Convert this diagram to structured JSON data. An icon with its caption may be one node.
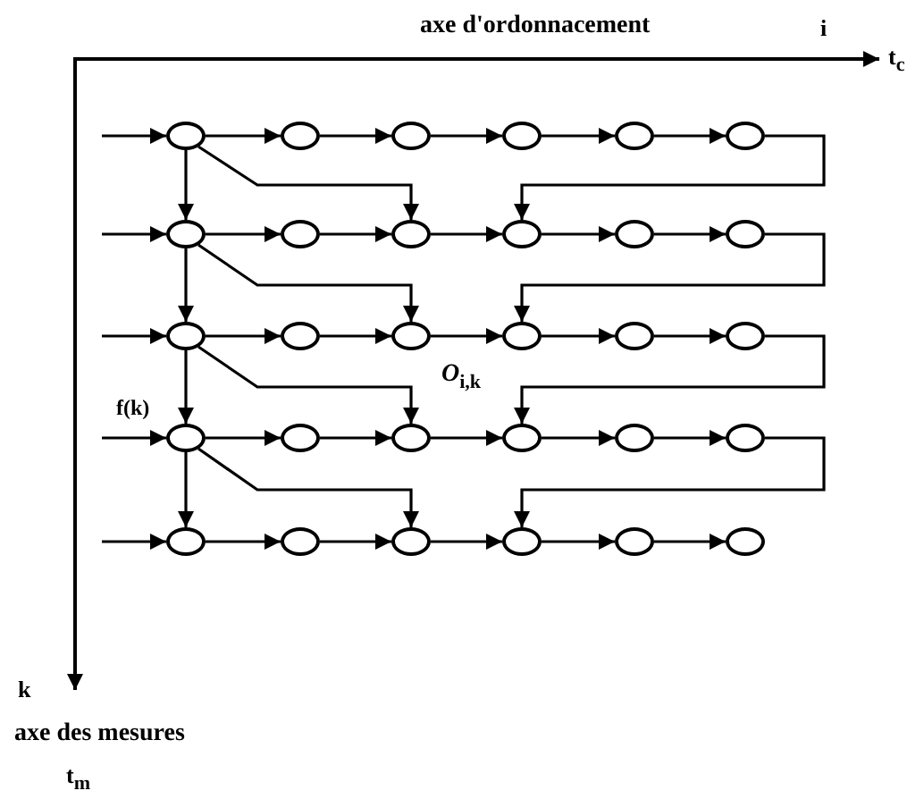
{
  "diagram": {
    "nodes": [
      {
        "text": [],
        "shape": "ellipse"
      },
      {
        "text": [],
        "shape": "ellipse"
      },
      {
        "text": [],
        "shape": "ellipse"
      },
      {
        "text": [],
        "shape": "ellipse"
      },
      {
        "text": [],
        "shape": "ellipse"
      },
      {
        "text": [],
        "shape": "ellipse"
      },
      {
        "text": [],
        "shape": "ellipse"
      },
      {
        "text": [],
        "shape": "ellipse"
      },
      {
        "text": [],
        "shape": "ellipse"
      },
      {
        "text": [],
        "shape": "ellipse"
      },
      {
        "text": [],
        "shape": "ellipse"
      },
      {
        "text": [],
        "shape": "ellipse"
      },
      {
        "text": [],
        "shape": "ellipse"
      },
      {
        "text": [],
        "shape": "ellipse"
      },
      {
        "text": [],
        "shape": "ellipse"
      },
      {
        "text": [],
        "shape": "ellipse"
      },
      {
        "text": [],
        "shape": "ellipse"
      },
      {
        "text": [],
        "shape": "ellipse"
      },
      {
        "text": [],
        "shape": "ellipse"
      },
      {
        "text": [],
        "shape": "ellipse"
      },
      {
        "text": [],
        "shape": "ellipse"
      },
      {
        "text": [],
        "shape": "ellipse"
      },
      {
        "text": [],
        "shape": "ellipse"
      },
      {
        "text": [],
        "shape": "ellipse"
      },
      {
        "text": [],
        "shape": "ellipse"
      },
      {
        "text": [],
        "shape": "ellipse"
      },
      {
        "text": [],
        "shape": "ellipse"
      },
      {
        "text": [],
        "shape": "ellipse"
      },
      {
        "text": [],
        "shape": "ellipse"
      },
      {
        "text": [],
        "shape": "ellipse"
      }
    ],
    "edges": [
      {
        "from": null,
        "to": 0,
        "arrow": "to"
      },
      {
        "from": 0,
        "to": 1,
        "arrow": "to"
      },
      {
        "from": 1,
        "to": 2,
        "arrow": "to"
      },
      {
        "from": 2,
        "to": 3,
        "arrow": "to"
      },
      {
        "from": 3,
        "to": 4,
        "arrow": "to"
      },
      {
        "from": 4,
        "to": 5,
        "arrow": "to"
      },
      {
        "from": 0,
        "to": 6,
        "arrow": "to"
      },
      {
        "from": 0,
        "to": 8,
        "arrow": "to"
      },
      {
        "from": 5,
        "to": 9,
        "arrow": "to"
      },
      {
        "from": null,
        "to": 6,
        "arrow": "to"
      },
      {
        "from": 6,
        "to": 7,
        "arrow": "to"
      },
      {
        "from": 7,
        "to": 8,
        "arrow": "to"
      },
      {
        "from": 8,
        "to": 9,
        "arrow": "to"
      },
      {
        "from": 9,
        "to": 10,
        "arrow": "to"
      },
      {
        "from": 10,
        "to": 11,
        "arrow": "to"
      },
      {
        "from": 6,
        "to": 12,
        "arrow": "to"
      },
      {
        "from": 6,
        "to": 14,
        "arrow": "to"
      },
      {
        "from": 11,
        "to": 15,
        "arrow": "to"
      },
      {
        "from": null,
        "to": 12,
        "arrow": "to"
      },
      {
        "from": 12,
        "to": 13,
        "arrow": "to"
      },
      {
        "from": 13,
        "to": 14,
        "arrow": "to"
      },
      {
        "from": 14,
        "to": 15,
        "arrow": "to"
      },
      {
        "from": 15,
        "to": 16,
        "arrow": "to"
      },
      {
        "from": 16,
        "to": 17,
        "arrow": "to"
      },
      {
        "from": 12,
        "to": 18,
        "arrow": "to"
      },
      {
        "from": 12,
        "to": 20,
        "arrow": "to"
      },
      {
        "from": 17,
        "to": 21,
        "arrow": "to"
      },
      {
        "from": null,
        "to": 18,
        "arrow": "to"
      },
      {
        "from": 18,
        "to": 19,
        "arrow": "to"
      },
      {
        "from": 19,
        "to": 20,
        "arrow": "to"
      },
      {
        "from": 20,
        "to": 21,
        "arrow": "to"
      },
      {
        "from": 21,
        "to": 22,
        "arrow": "to"
      },
      {
        "from": 22,
        "to": 23,
        "arrow": "to"
      },
      {
        "from": 18,
        "to": 24,
        "arrow": "to"
      },
      {
        "from": 18,
        "to": 26,
        "arrow": "to"
      },
      {
        "from": 23,
        "to": 27,
        "arrow": "to"
      },
      {
        "from": null,
        "to": 24,
        "arrow": "to"
      },
      {
        "from": 24,
        "to": 25,
        "arrow": "to"
      },
      {
        "from": 25,
        "to": 26,
        "arrow": "to"
      },
      {
        "from": 26,
        "to": 27,
        "arrow": "to"
      },
      {
        "from": 27,
        "to": 28,
        "arrow": "to"
      },
      {
        "from": 28,
        "to": 29,
        "arrow": "to"
      }
    ],
    "labels": [
      "axe d'ordonnacement",
      "i",
      "t$_{c}$",
      "*O*$_{i,k}$",
      "f(k)",
      "k",
      "axe des mesures",
      "t$_{m}$"
    ]
  }
}
